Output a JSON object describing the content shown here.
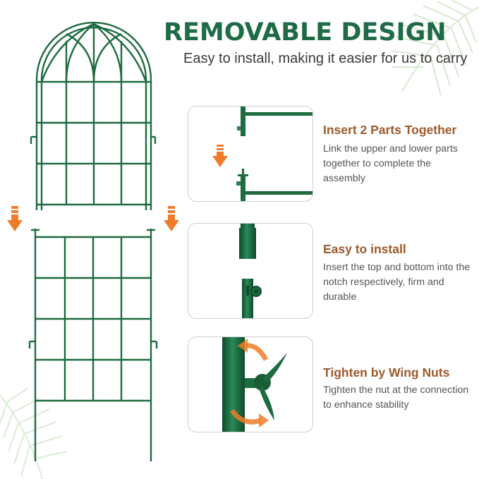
{
  "header": {
    "title": "REMOVABLE DESIGN",
    "subtitle": "Easy to install, making it easier for us to carry"
  },
  "steps": [
    {
      "title": "Insert 2 Parts Together",
      "description": "Link the upper and lower parts together to complete the assembly"
    },
    {
      "title": "Easy to install",
      "description": "Insert the top and bottom into the notch respectively, firm and durable"
    },
    {
      "title": "Tighten by Wing Nuts",
      "description": "Tighten the nut at the connection to enhance stability"
    }
  ],
  "colors": {
    "title_green": "#1f6b45",
    "frame_green": "#1d6b3f",
    "step_title_brown": "#9c5a2c",
    "arrow_orange": "#f07c2a"
  },
  "icons": [
    "down-arrow-icon",
    "rotate-arrow-icon",
    "palm-leaf-icon"
  ]
}
